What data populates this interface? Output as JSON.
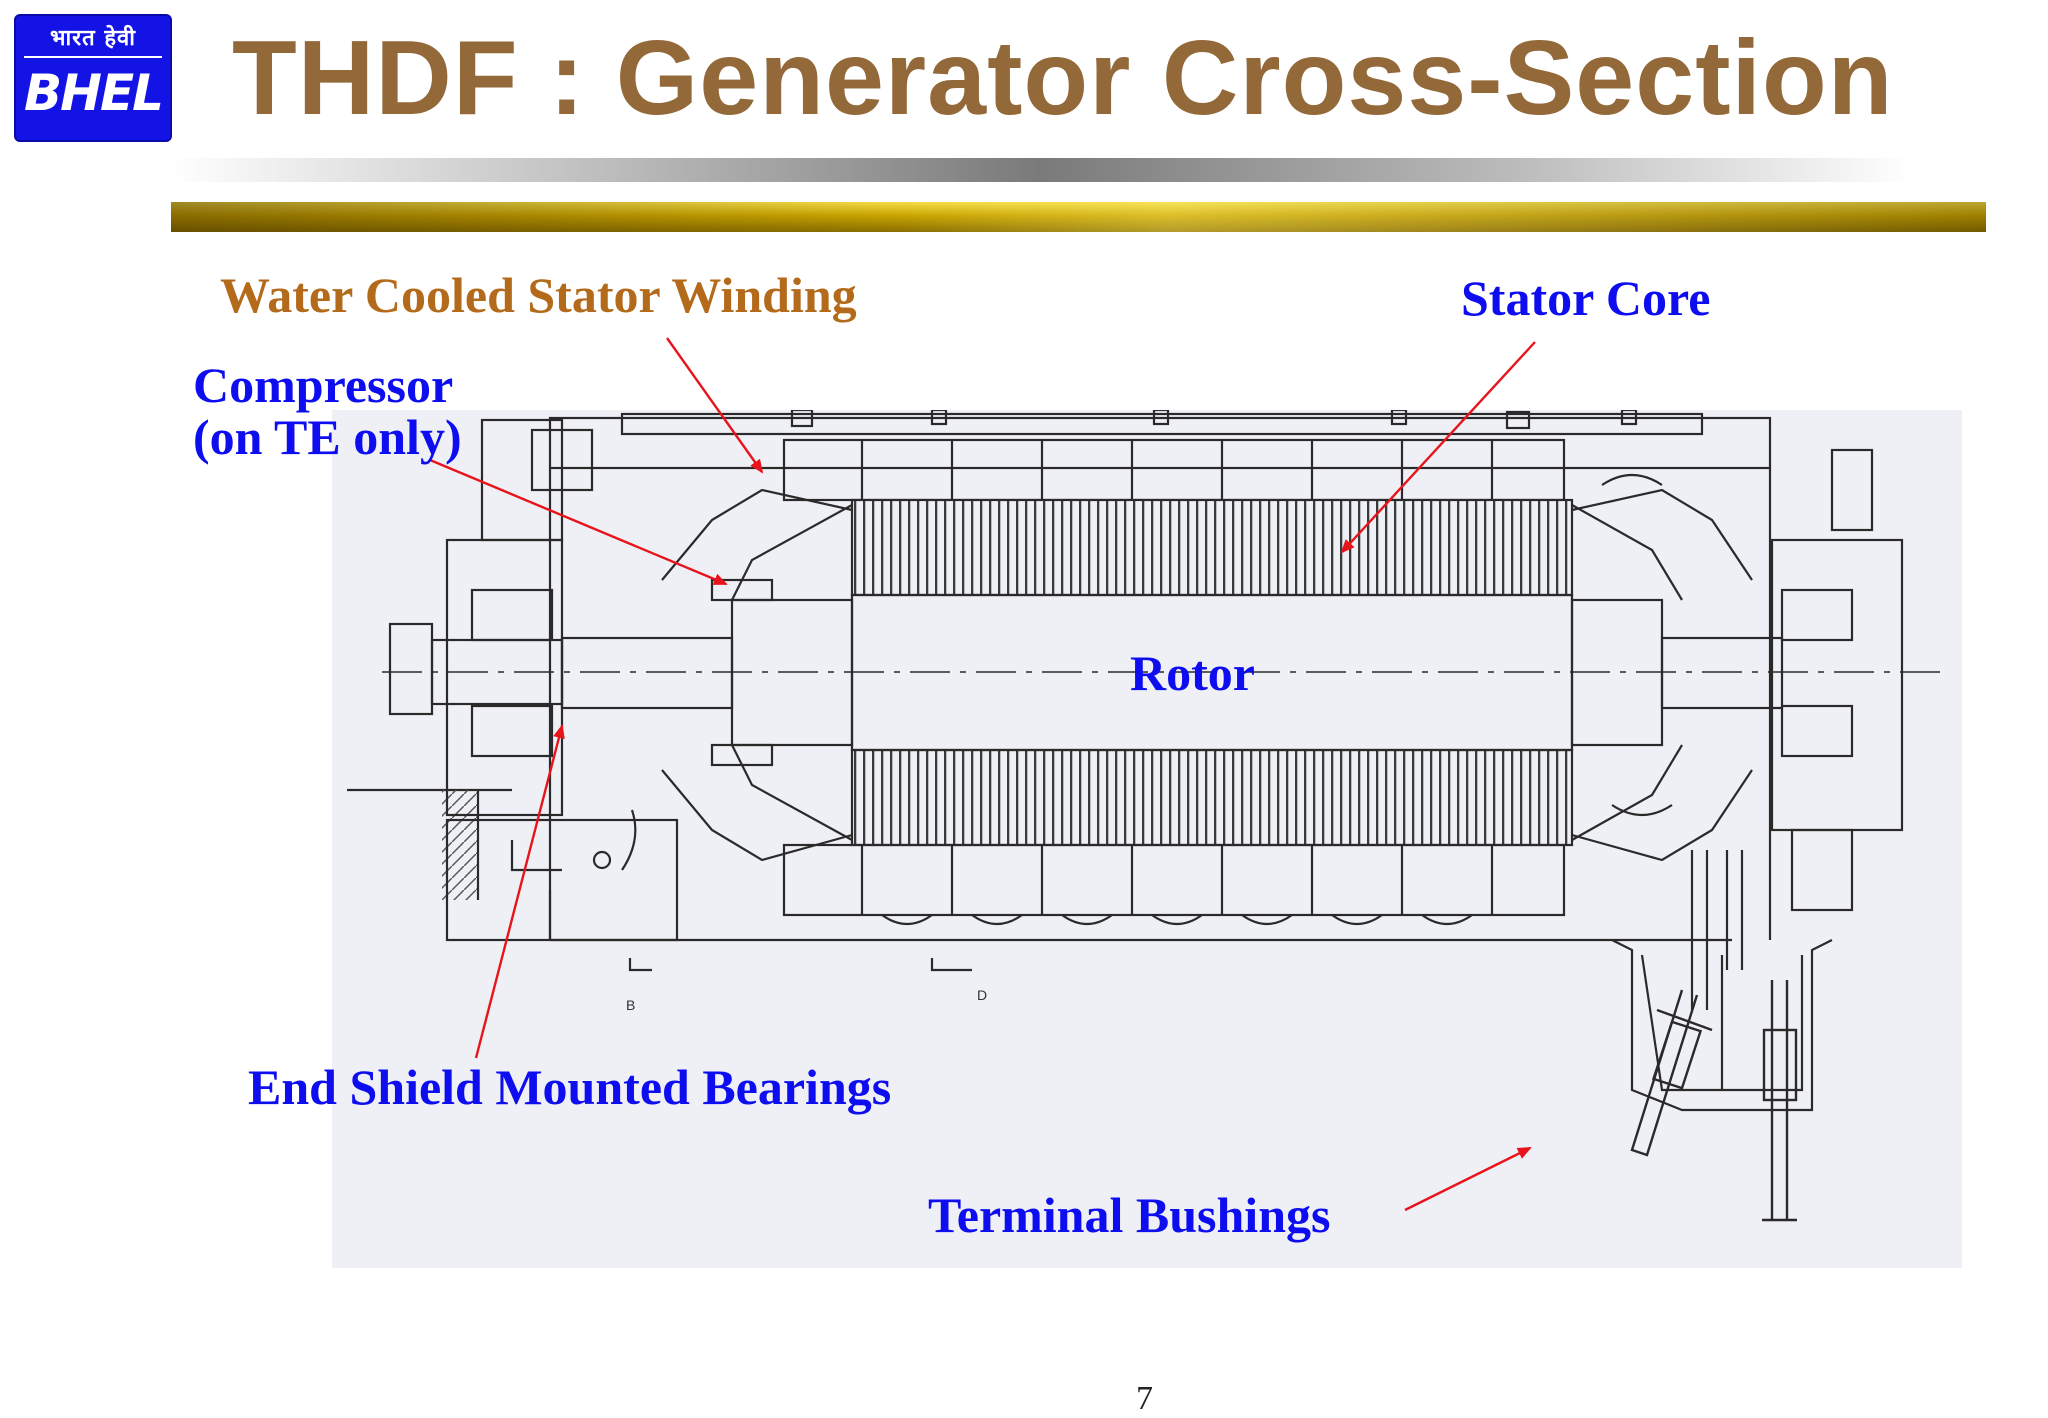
{
  "logo": {
    "devanagari": "भारत हेवी",
    "text": "BHEL"
  },
  "title": "THDF : Generator Cross-Section",
  "callouts": {
    "water_cooled_stator_winding": "Water Cooled Stator Winding",
    "stator_core": "Stator Core",
    "compressor_line1": "Compressor",
    "compressor_line2": "(on TE only)",
    "rotor": "Rotor",
    "end_shield_bearings": "End Shield Mounted Bearings",
    "terminal_bushings": "Terminal Bushings"
  },
  "section_marks": {
    "b": "B",
    "d": "D"
  },
  "page_number": "7",
  "colors": {
    "title": "#93693a",
    "label_blue": "#0d0df0",
    "label_orange": "#b36a1a",
    "arrow_red": "#e8141c",
    "drawing_line": "#2a2a2a"
  }
}
